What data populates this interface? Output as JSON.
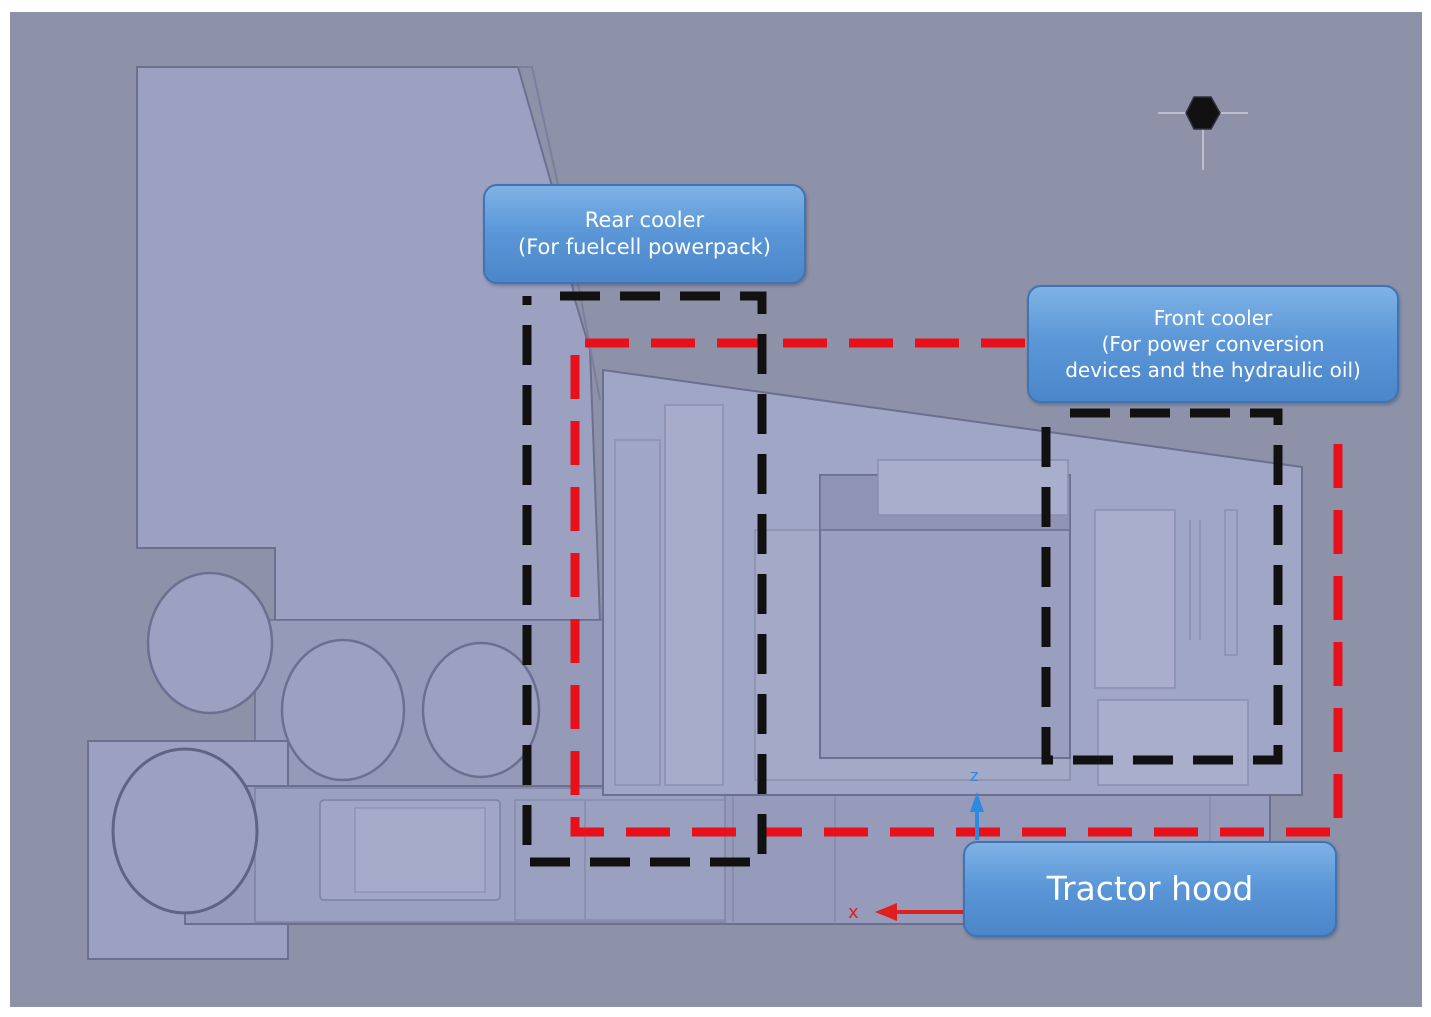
{
  "diagram": {
    "background_color": "#8e92a8",
    "body_color": "#9aa0c0",
    "line_color": "#6a6f8c",
    "fuelcell_region_color": "#e8101a",
    "cooler_region_color": "#111111",
    "labels": {
      "rear_cooler": {
        "line1": "Rear cooler",
        "line2": "(For fuelcell powerpack)"
      },
      "front_cooler": {
        "line1": "Front cooler",
        "line2": "(For power conversion",
        "line3": "devices and the hydraulic oil)"
      },
      "tractor_hood": {
        "line1": "Tractor hood"
      }
    },
    "axis_labels": {
      "x": "x",
      "z": "z"
    },
    "icons": [
      "view-cube-icon"
    ]
  }
}
